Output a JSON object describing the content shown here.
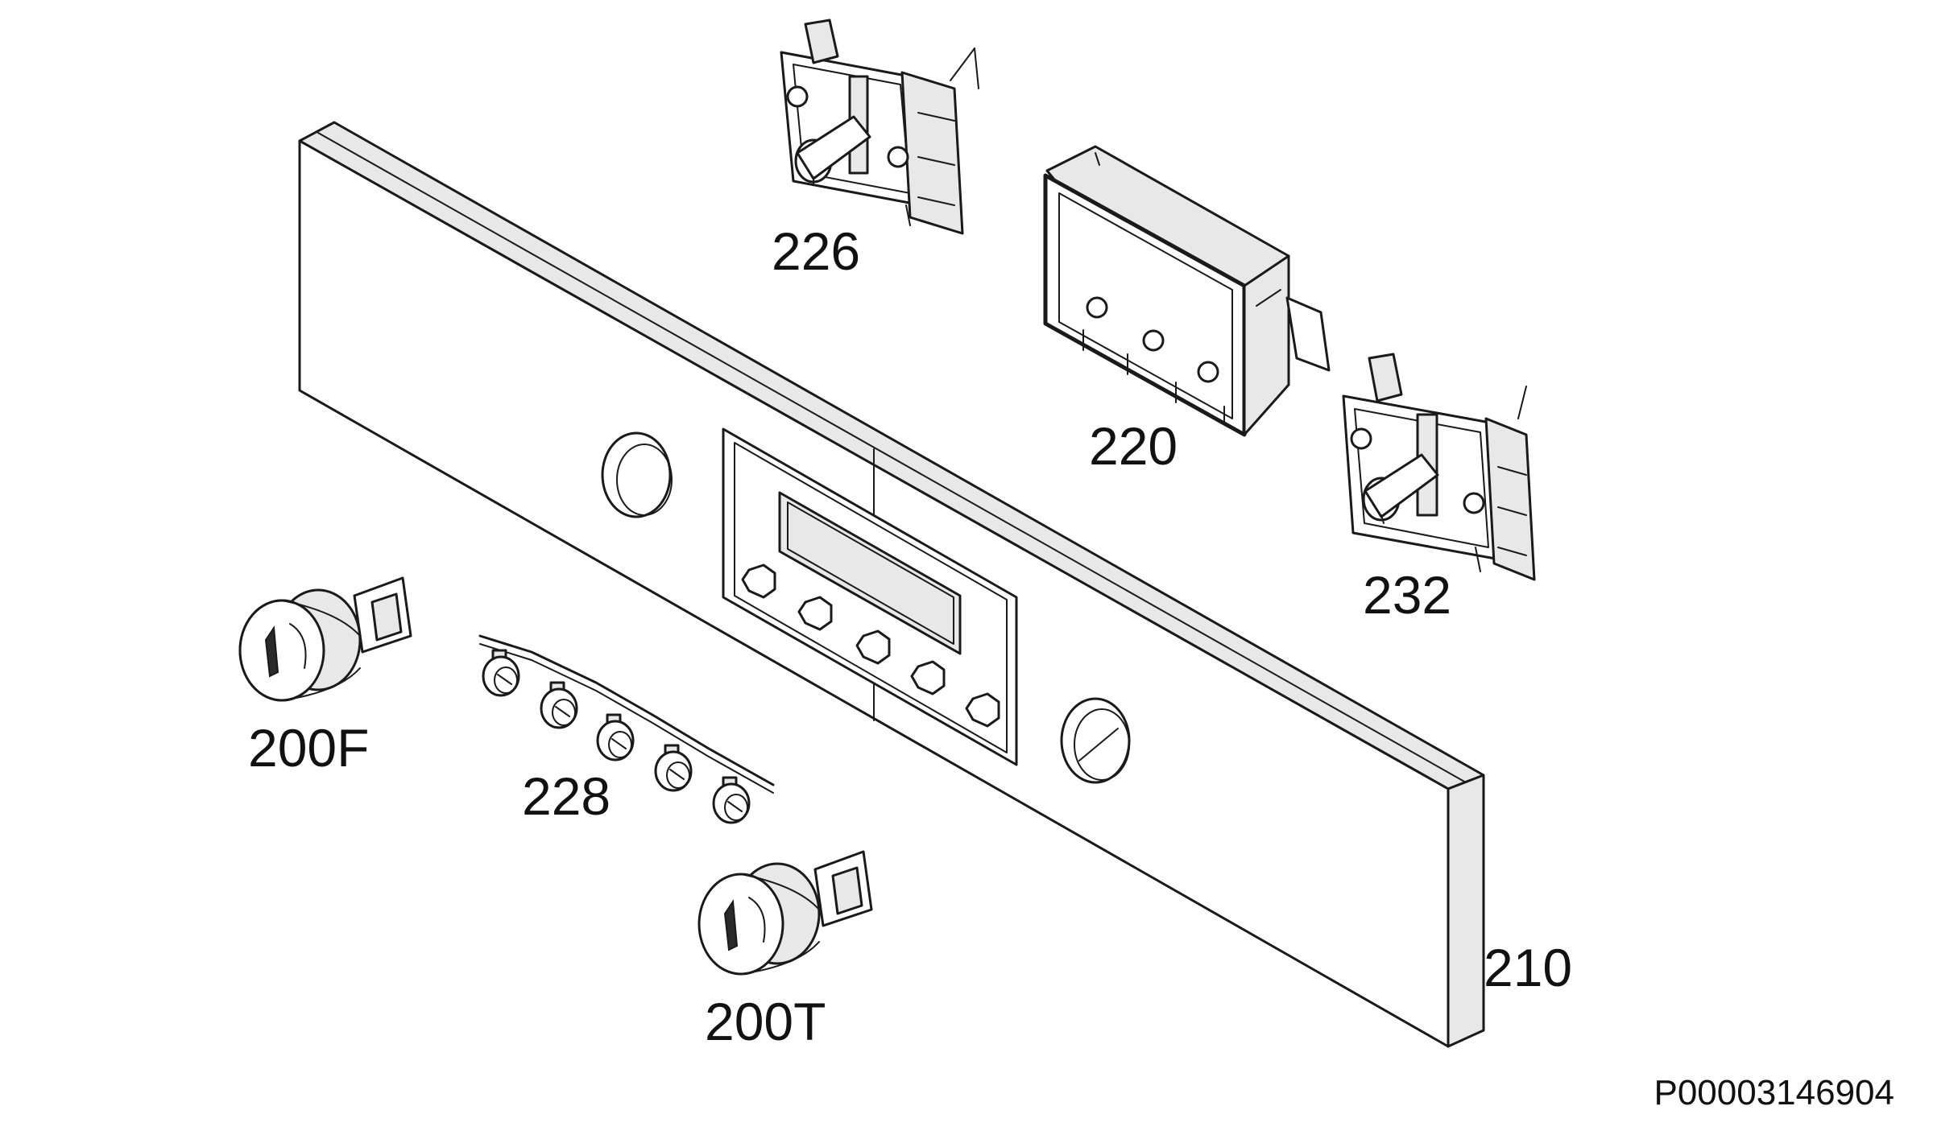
{
  "labels": {
    "panel": "210",
    "display_module": "220",
    "switch_left": "226",
    "switch_right": "232",
    "knob_function": "200F",
    "knob_temperature": "200T",
    "push_buttons": "228"
  },
  "doc_code": "P00003146904",
  "colors": {
    "line": "#1a1a1a",
    "background": "#ffffff"
  }
}
